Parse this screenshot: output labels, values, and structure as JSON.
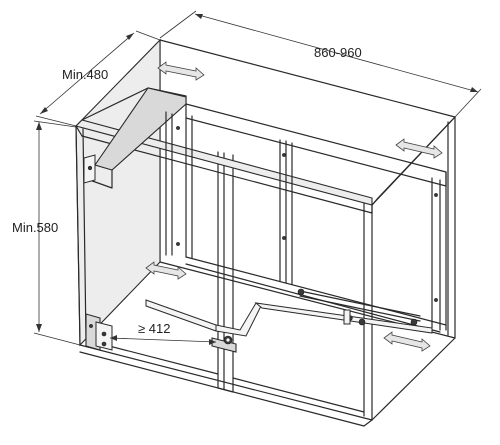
{
  "dimensions": {
    "width": "860-960",
    "depth": "Min.480",
    "height": "Min.580",
    "clearance": "≥ 412"
  },
  "colors": {
    "line": "#2a2a2a",
    "panel_fill": "#d9d9d9",
    "metal_fill": "#f4f4f4",
    "background": "#ffffff"
  }
}
